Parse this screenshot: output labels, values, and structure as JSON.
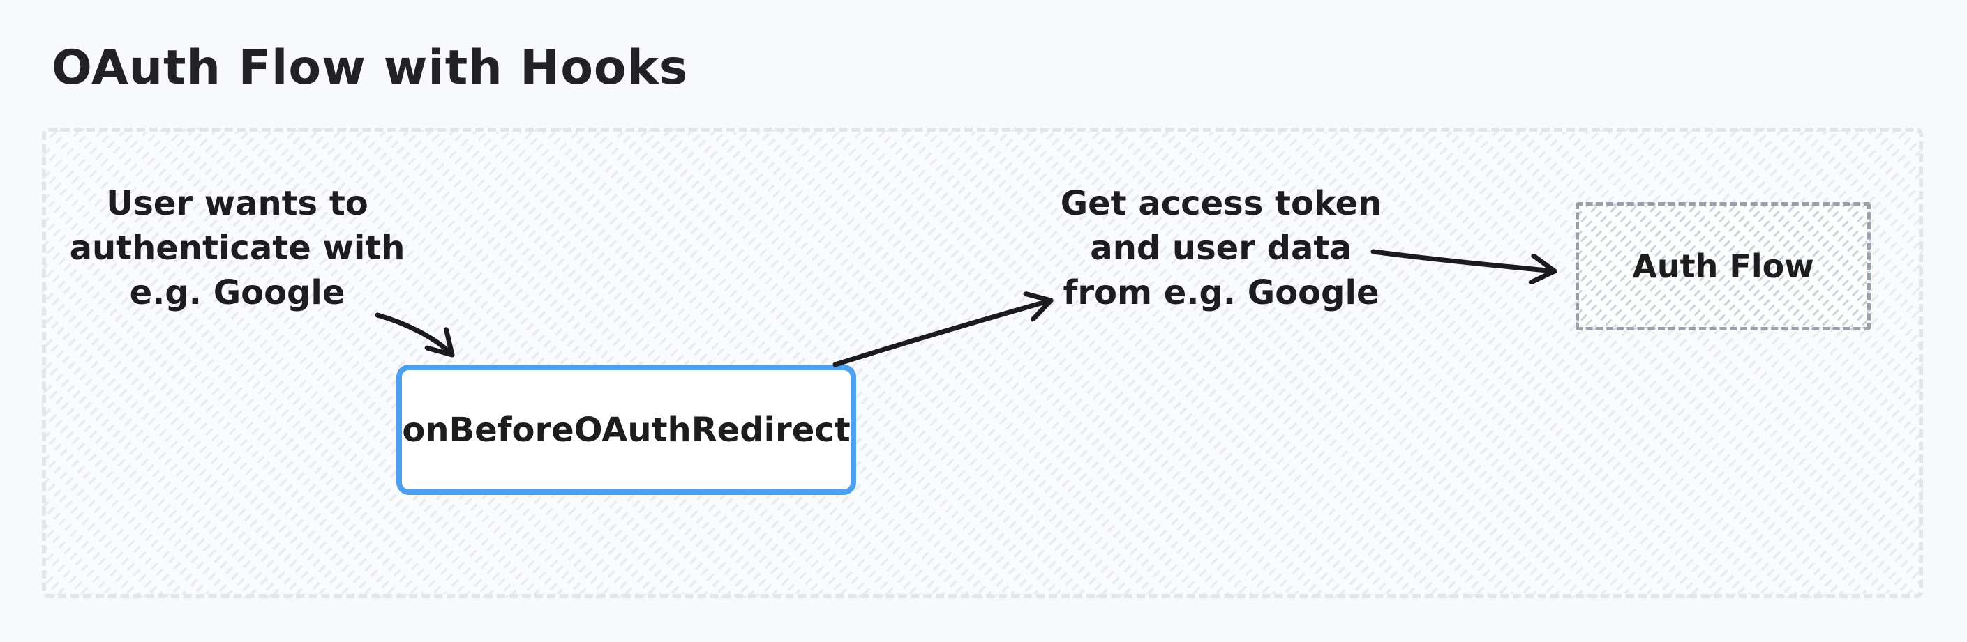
{
  "title": "OAuth Flow with Hooks",
  "colors": {
    "page_background": "#f8f9fb",
    "text": "#1d1d1f",
    "accent_blue": "#4d9fef",
    "container_dash": "#e2e4e9",
    "dashed_node_dash": "#98a0ac",
    "arrow": "#1b1b1d"
  },
  "diagram": {
    "notes": {
      "left": {
        "lines": [
          "User wants to",
          "authenticate with",
          "e.g. Google"
        ]
      },
      "right": {
        "lines": [
          "Get access token",
          "and user data",
          "from e.g. Google"
        ]
      }
    },
    "nodes": {
      "hook": {
        "label": "onBeforeOAuthRedirect"
      },
      "auth_flow": {
        "label": "Auth Flow"
      }
    },
    "arrows": [
      {
        "from": "note-left",
        "to": "hook-node"
      },
      {
        "from": "hook-node",
        "to": "note-right"
      },
      {
        "from": "note-right",
        "to": "auth-flow-node"
      }
    ]
  }
}
